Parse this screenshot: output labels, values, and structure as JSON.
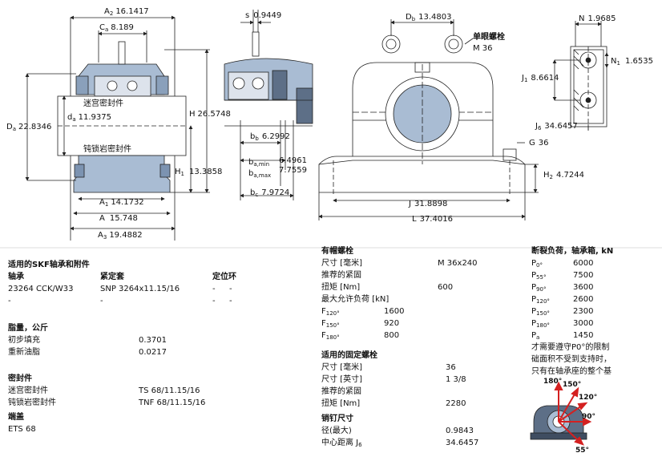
{
  "drawing_labels": {
    "A2": "A",
    "A2_sub": "2",
    "A2_val": "16.1417",
    "Ca": "C",
    "Ca_sub": "a",
    "Ca_val": "8.189",
    "maze_seal": "迷宫密封件",
    "da": "d",
    "da_sub": "a",
    "da_val": "11.9375",
    "Da": "D",
    "Da_sub": "a",
    "Da_val": "22.8346",
    "tacoseal": "钝锁岩密封件",
    "H": "H",
    "H_val": "26.5748",
    "H1": "H",
    "H1_sub": "1",
    "H1_val": "13.3858",
    "A1": "A",
    "A1_sub": "1",
    "A1_val": "14.1732",
    "A": "A",
    "A_val": "15.748",
    "A3": "A",
    "A3_sub": "3",
    "A3_val": "19.4882",
    "s": "s",
    "s_val": "0.9449",
    "bb": "b",
    "bb_sub": "b",
    "bb_val": "6.2992",
    "bamin": "b",
    "bamin_sub": "a,min",
    "bamin_val": "6.4961",
    "bamax": "b",
    "bamax_sub": "a,max",
    "bamax_val": "7.7559",
    "bc": "b",
    "bc_sub": "c",
    "bc_val": "7.9724",
    "Db": "D",
    "Db_sub": "b",
    "Db_val": "13.4803",
    "eyebolt": "单眼螺栓",
    "eyebolt_size": "M 36",
    "J": "J",
    "J_val": "31.8898",
    "L": "L",
    "L_val": "37.4016",
    "G": "G",
    "G_val": "36",
    "H2": "H",
    "H2_sub": "2",
    "H2_val": "4.7244",
    "N": "N",
    "N_val": "1.9685",
    "N1": "N",
    "N1_sub": "1",
    "N1_val": "1.6535",
    "J1": "J",
    "J1_sub": "1",
    "J1_val": "8.6614",
    "J6": "J",
    "J6_sub": "6",
    "J6_val": "34.6457"
  },
  "load_angles": {
    "a180": "180°",
    "a150": "150°",
    "a120": "120°",
    "a90": "90°",
    "a55": "55°"
  },
  "col1": {
    "title": "适用的SKF轴承和附件",
    "hdr_bearing": "轴承",
    "hdr_sleeve": "紧定套",
    "hdr_ring": "定位环",
    "row1": [
      "23264 CCK/W33",
      "SNP 3264x11.15/16",
      "-",
      "-"
    ],
    "row2": [
      "-",
      "-",
      "-",
      "-"
    ],
    "mass_title": "脂量，公斤",
    "mass": [
      {
        "label": "初步填充",
        "value": "0.3701"
      },
      {
        "label": "重新油脂",
        "value": "0.0217"
      }
    ],
    "seal_title": "密封件",
    "seals": [
      {
        "label": "迷宫密封件",
        "value": "TS 68/11.15/16"
      },
      {
        "label": "钝锁岩密封件",
        "value": "TNF 68/11.15/16"
      }
    ],
    "endcover_title": "端盖",
    "endcover": "ETS 68"
  },
  "col2": {
    "bolt_title": "有帽螺栓",
    "bolt_size_label": "尺寸 [毫米]",
    "bolt_size": "M 36x240",
    "tight_label": "推荐的紧固",
    "torque_label": "扭矩 [Nm]",
    "torque": "600",
    "maxload_label": "最大允许负荷 [kN]",
    "loads": [
      {
        "label": "F",
        "sub": "120°",
        "value": "1600"
      },
      {
        "label": "F",
        "sub": "150°",
        "value": "920"
      },
      {
        "label": "F",
        "sub": "180°",
        "value": "800"
      }
    ],
    "fix_title": "适用的固定螺栓",
    "fix_mm_label": "尺寸 [毫米]",
    "fix_mm": "36",
    "fix_in_label": "尺寸 [英寸]",
    "fix_in": "1 3/8",
    "fix_tight_label": "推荐的紧固",
    "fix_torque_label": "扭矩 [Nm]",
    "fix_torque": "2280",
    "dowel_title": "销钉尺寸",
    "dowel_dia_label": "径(最大)",
    "dowel_dia": "0.9843",
    "dowel_dist_label": "中心距离 J",
    "dowel_dist_sub": "6",
    "dowel_dist": "34.6457"
  },
  "col3": {
    "title": "断裂负荷，轴承箱, kN",
    "loads": [
      {
        "label": "P",
        "sub": "0°",
        "value": "6000"
      },
      {
        "label": "P",
        "sub": "55°",
        "value": "7500"
      },
      {
        "label": "P",
        "sub": "90°",
        "value": "3600"
      },
      {
        "label": "P",
        "sub": "120°",
        "value": "2600"
      },
      {
        "label": "P",
        "sub": "150°",
        "value": "2300"
      },
      {
        "label": "P",
        "sub": "180°",
        "value": "3000"
      },
      {
        "label": "P",
        "sub": "a",
        "value": "1450"
      }
    ],
    "note": [
      "才需要遵守P0°的限制",
      "础面积不受到支持时，",
      "只有在轴承座的整个基"
    ]
  },
  "colors": {
    "housing_blue": "#a9bcd3",
    "housing_dark": "#5d6f87",
    "arrow_red": "#d42020",
    "line": "#222222"
  }
}
